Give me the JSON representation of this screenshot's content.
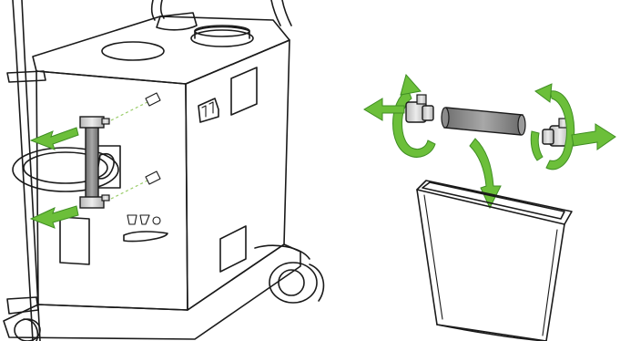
{
  "colors": {
    "arrow_green": "#6cbf3a",
    "arrow_green_dark": "#3f8e22",
    "outline": "#1a1a1a",
    "canister_gray": "#8a8a8a",
    "fitting_gray": "#d4d4d4",
    "background": "#ffffff",
    "guide_line": "#9acd6a"
  },
  "icons": {
    "cart": "device-cart-illustration",
    "filter": "filter-canister-illustration",
    "bin": "waste-bin-illustration",
    "rotate": "rotate-arrow-icon",
    "pull": "pull-arrow-icon",
    "drop": "drop-arrow-icon",
    "panel_symbols": "cart-panel-symbols-icon"
  }
}
